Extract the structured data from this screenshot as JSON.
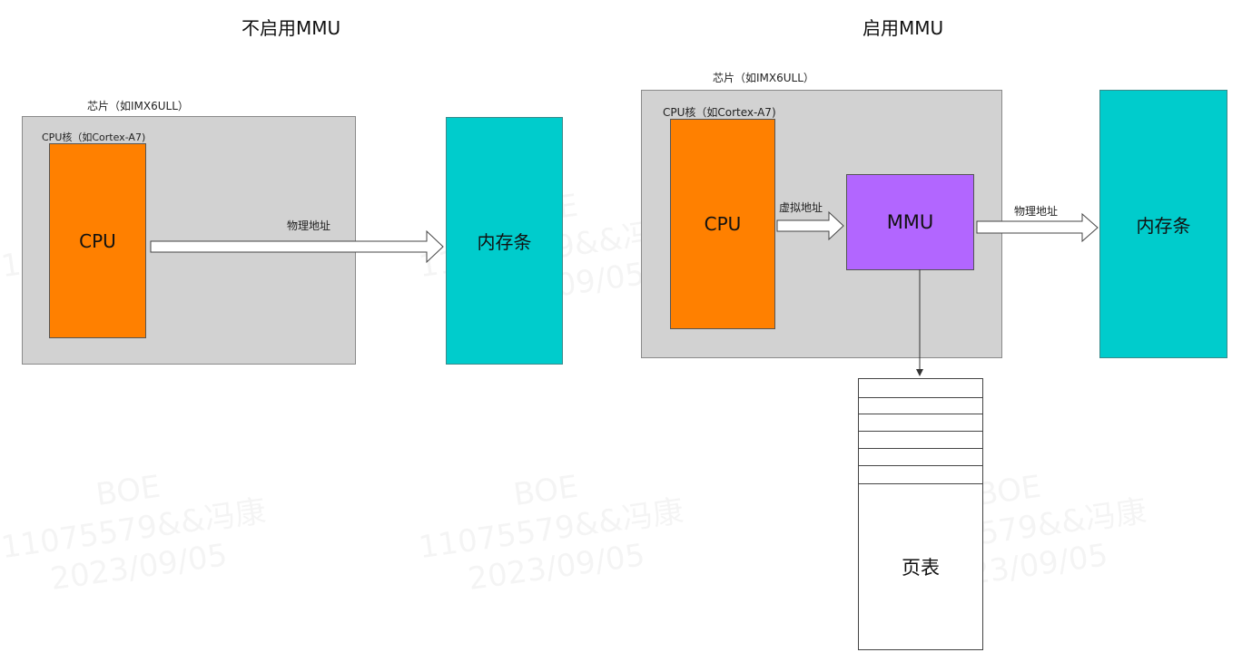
{
  "left_diagram": {
    "title": "不启用MMU",
    "chip_label": "芯片（如IMX6ULL）",
    "cpu_core_label": "CPU核（如Cortex-A7)",
    "cpu": "CPU",
    "arrow_label": "物理地址",
    "memory": "内存条"
  },
  "right_diagram": {
    "title": "启用MMU",
    "chip_label": "芯片（如IMX6ULL）",
    "cpu_core_label": "CPU核（如Cortex-A7)",
    "cpu": "CPU",
    "virtual_arrow_label": "虚拟地址",
    "mmu": "MMU",
    "physical_arrow_label": "物理地址",
    "memory": "内存条",
    "page_table": "页表"
  },
  "watermark": {
    "line1": "BOE",
    "line2": "11075579&&冯康",
    "line3": "2023/09/05"
  },
  "colors": {
    "chip": "#d2d2d2",
    "cpu": "#ff8000",
    "memory": "#00cccc",
    "mmu": "#b266ff"
  }
}
